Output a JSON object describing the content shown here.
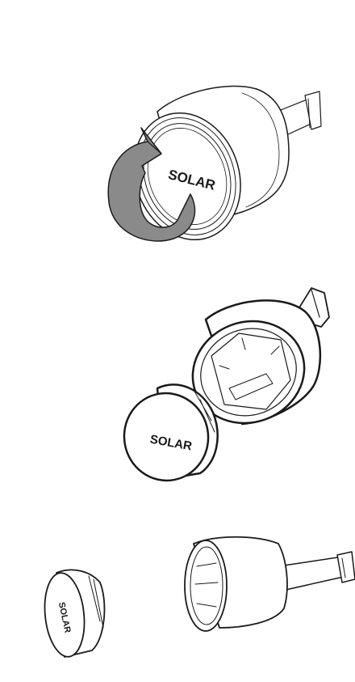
{
  "steps": [
    {
      "brand_label": "SOLAR",
      "action": "rotate-counterclockwise"
    },
    {
      "brand_label": "SOLAR",
      "action": "separate"
    },
    {
      "brand_label": "SOLAR",
      "action": "separated-parts"
    }
  ],
  "colors": {
    "arrow_fill": "#8a8a8a",
    "outline": "#1a1a1a",
    "background": "#ffffff"
  }
}
